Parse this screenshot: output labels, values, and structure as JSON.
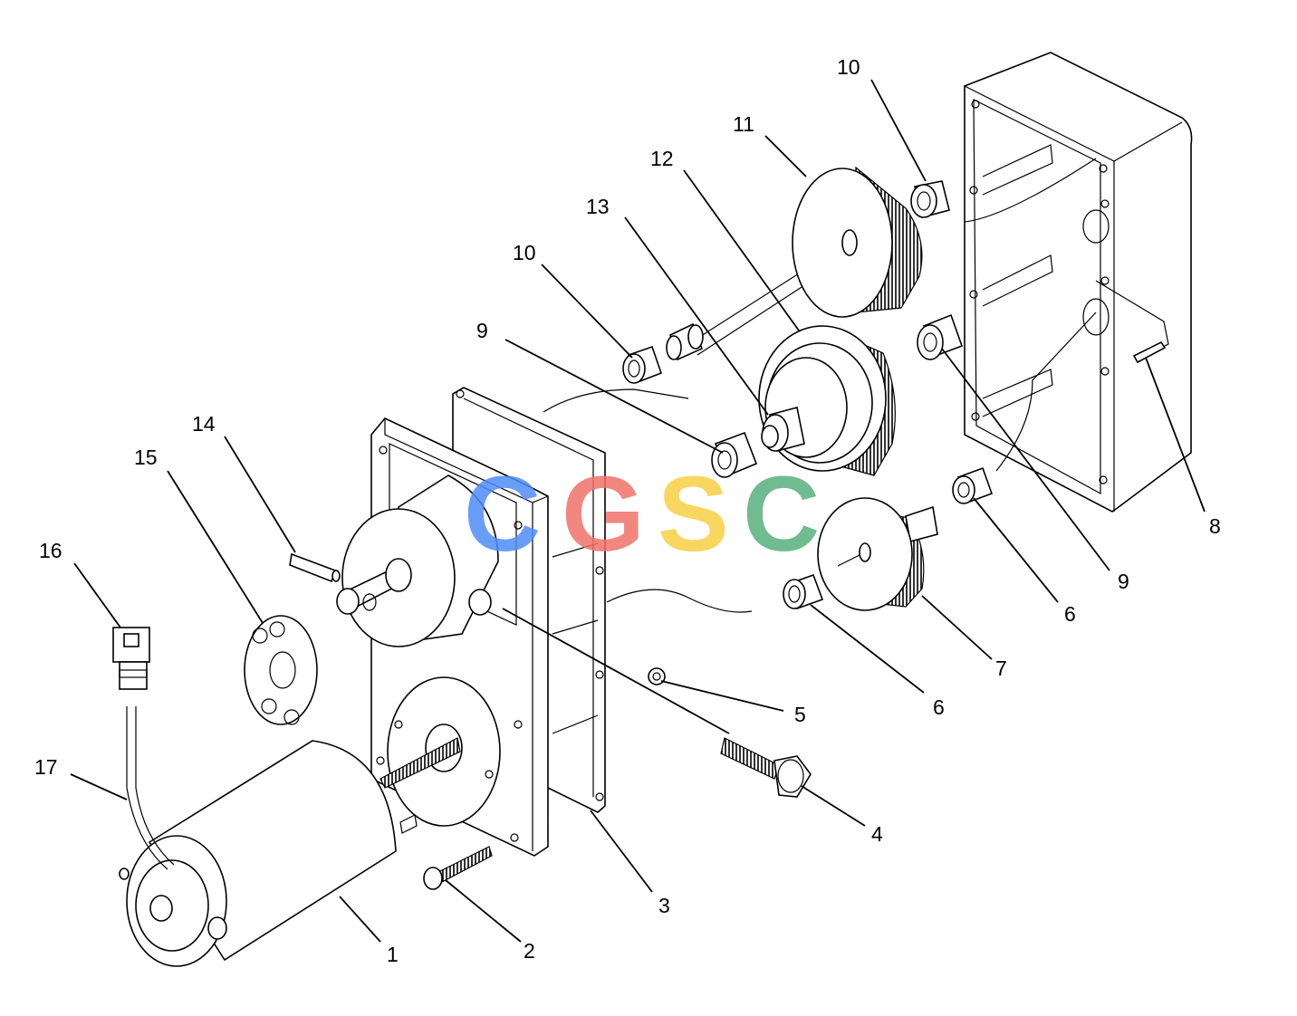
{
  "watermark": {
    "letters": [
      "C",
      "G",
      "S",
      "C"
    ],
    "colors": [
      "#4f8ef7",
      "#f0736a",
      "#f7cf45",
      "#58b07c"
    ]
  },
  "callouts": [
    "1",
    "2",
    "3",
    "4",
    "5",
    "6",
    "6",
    "7",
    "8",
    "9",
    "9",
    "10",
    "10",
    "11",
    "12",
    "13",
    "14",
    "15",
    "16",
    "17"
  ]
}
